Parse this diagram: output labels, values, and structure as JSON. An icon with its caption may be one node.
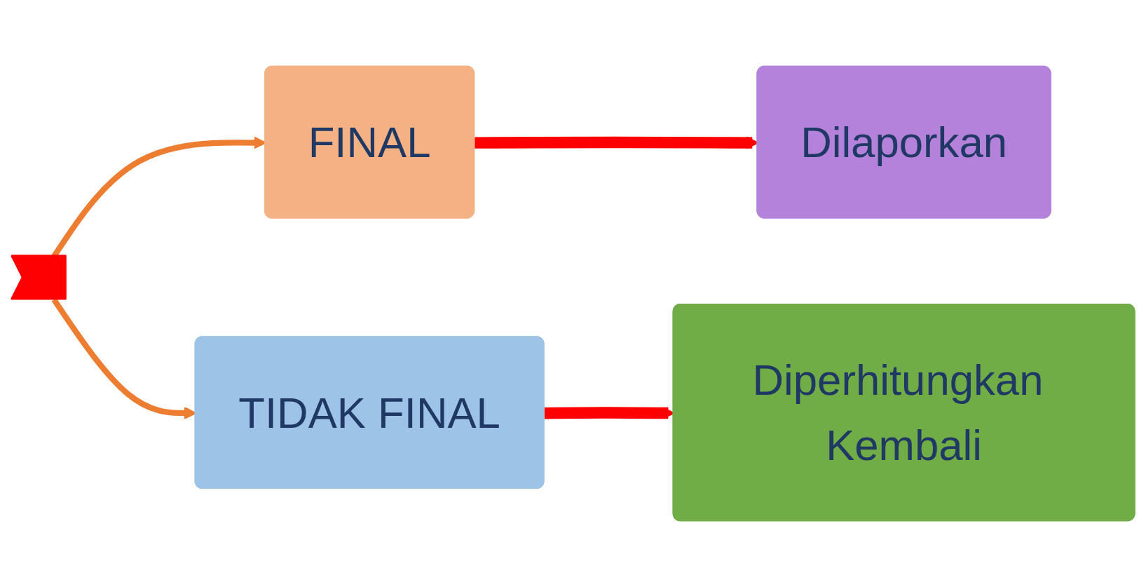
{
  "diagram": {
    "nodes": [
      {
        "text": [],
        "shape": "arrow"
      },
      {
        "text": [
          "FINAL"
        ]
      },
      {
        "text": [
          "Dilaporkan"
        ]
      },
      {
        "text": [
          "TIDAK FINAL"
        ]
      },
      {
        "text": [
          "Diperhitungkan Kembali"
        ]
      }
    ],
    "edges": [
      {
        "from": 0,
        "to": 1,
        "arrow": "to",
        "color": "#ed7d31"
      },
      {
        "from": 0,
        "to": 3,
        "arrow": "to",
        "color": "#ed7d31"
      },
      {
        "from": 1,
        "to": 2,
        "arrow": "to",
        "style": "thick",
        "color": "#ff0000"
      },
      {
        "from": 3,
        "to": 4,
        "arrow": "to",
        "style": "thick",
        "color": "#ff0000"
      }
    ]
  }
}
